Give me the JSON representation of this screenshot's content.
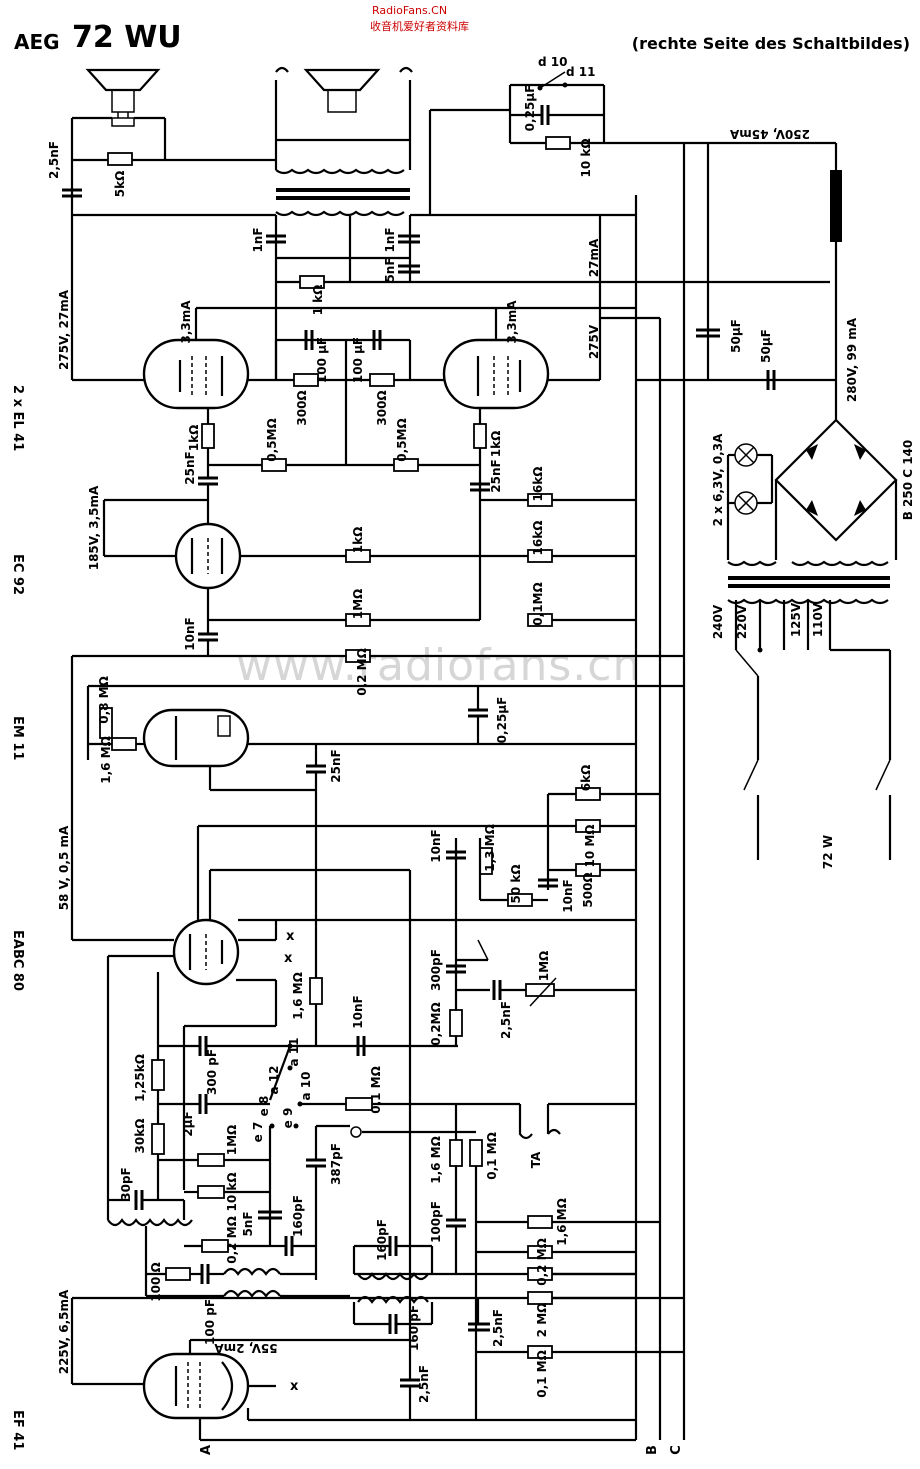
{
  "header": {
    "brand": "AEG",
    "model": "72 WU",
    "subtitle": "(rechte Seite des Schaltbildes)"
  },
  "watermark": {
    "site": "RadioFans.CN",
    "site_cn": "收音机爱好者资料库",
    "big": "www.radiofans.cn"
  },
  "tubes": {
    "output": "2 x EL 41",
    "phase_inverter": "EC 92",
    "indicator": "EM 11",
    "detector": "EABC 80",
    "if_amp": "EF 41"
  },
  "labels": {
    "c_2_5nF_top": "2,5nF",
    "r_5k": "5kΩ",
    "v_275_27": "275V, 27mA",
    "c_1nF_a": "1nF",
    "c_1nF_b": "1nF",
    "c_5nF": "5nF",
    "r_1k_top": "1 kΩ",
    "i_27mA": "27mA",
    "c_025_top": "0,25μF",
    "sw_d10": "d 10",
    "sw_d11": "d 11",
    "r_10k": "10 kΩ",
    "psu_250": "250V, 45mA",
    "i_33_left": "3,3mA",
    "i_33_right": "3,3mA",
    "c_100_left": "100 μF",
    "c_100_right": "100 μF",
    "r_300_left": "300Ω",
    "r_300_right": "300Ω",
    "v_275_right": "275V",
    "c_50_a": "50μF",
    "c_50_b": "50μF",
    "v_280": "280V, 99 mA",
    "r_1k_l": "1kΩ",
    "r_1k_r": "1kΩ",
    "r_05_l": "0,5MΩ",
    "r_05_r": "0,5MΩ",
    "c_25_l": "25nF",
    "c_25_r": "25nF",
    "r_16k_a": "16kΩ",
    "r_16k_b": "16kΩ",
    "v_185": "185V, 3,5mA",
    "r_1k_mid": "1kΩ",
    "r_1M_mid": "1MΩ",
    "c_10nF_mid": "10nF",
    "r_01_mid": "0,1MΩ",
    "r_02_mid": "0,2 MΩ",
    "lamps": "2 x 6,3V, 0,3A",
    "rect": "B 250 C 140",
    "tap_240": "240V",
    "tap_220": "220V",
    "tap_125": "125V",
    "tap_110": "110V",
    "r_08": "0,8 MΩ",
    "r_16_em": "1,6 MΩ",
    "c_025_mid": "0,25μF",
    "c_25_em": "25nF",
    "r_6k": "6kΩ",
    "r_10M": "10 MΩ",
    "r_500": "500Ω",
    "c_10nF_b": "10nF",
    "c_10nF_c": "10nF",
    "r_13": "1,3 MΩ",
    "r_50k": "50 kΩ",
    "model_72w": "72 W",
    "v_58": "58 V, 0,5 mA",
    "c_300pF": "300pF",
    "r_1M_vol": "1MΩ",
    "c_2_5_vol": "2,5nF",
    "r_02_vol": "0,2MΩ",
    "r_16_det": "1,6 MΩ",
    "c_10nF_det": "10nF",
    "sw_a11": "a 11",
    "sw_a12": "a 12",
    "sw_a10": "a 10",
    "sw_e8": "e 8",
    "sw_e7": "e 7",
    "sw_e9": "e 9",
    "r_125k": "1,25kΩ",
    "c_300pf_b": "300 pF",
    "r_30k": "30kΩ",
    "c_2uF": "2μF",
    "r_1M_b": "1MΩ",
    "r_01_ta": "0,1 MΩ",
    "r_16_ta": "1,6 MΩ",
    "r_01_b": "0,1 MΩ",
    "ta": "TA",
    "c_387": "387pF",
    "c_30pF": "30pF",
    "r_10k_b": "10 kΩ",
    "c_5nF_b": "5nF",
    "c_160pF_a": "160pF",
    "r_02_b": "0,2 MΩ",
    "c_160pF_b": "160pF",
    "c_100pF": "100pF",
    "r_16_c": "1,6 MΩ",
    "r_02_c": "0,2 MΩ",
    "r_100": "100 Ω",
    "c_100pF_b": "100 pF",
    "c_160pF_c": "160 pF",
    "c_2_5_c": "2,5nF",
    "r_2M": "2 MΩ",
    "v_225": "225V, 6,5mA",
    "v_55": "55V, 2mA",
    "r_01_c": "0,1 MΩ",
    "c_2_5_d": "2,5nF",
    "bus_A": "A",
    "bus_B": "B",
    "bus_C": "C",
    "x_a": "x",
    "x_b": "x",
    "x_c": "x"
  }
}
